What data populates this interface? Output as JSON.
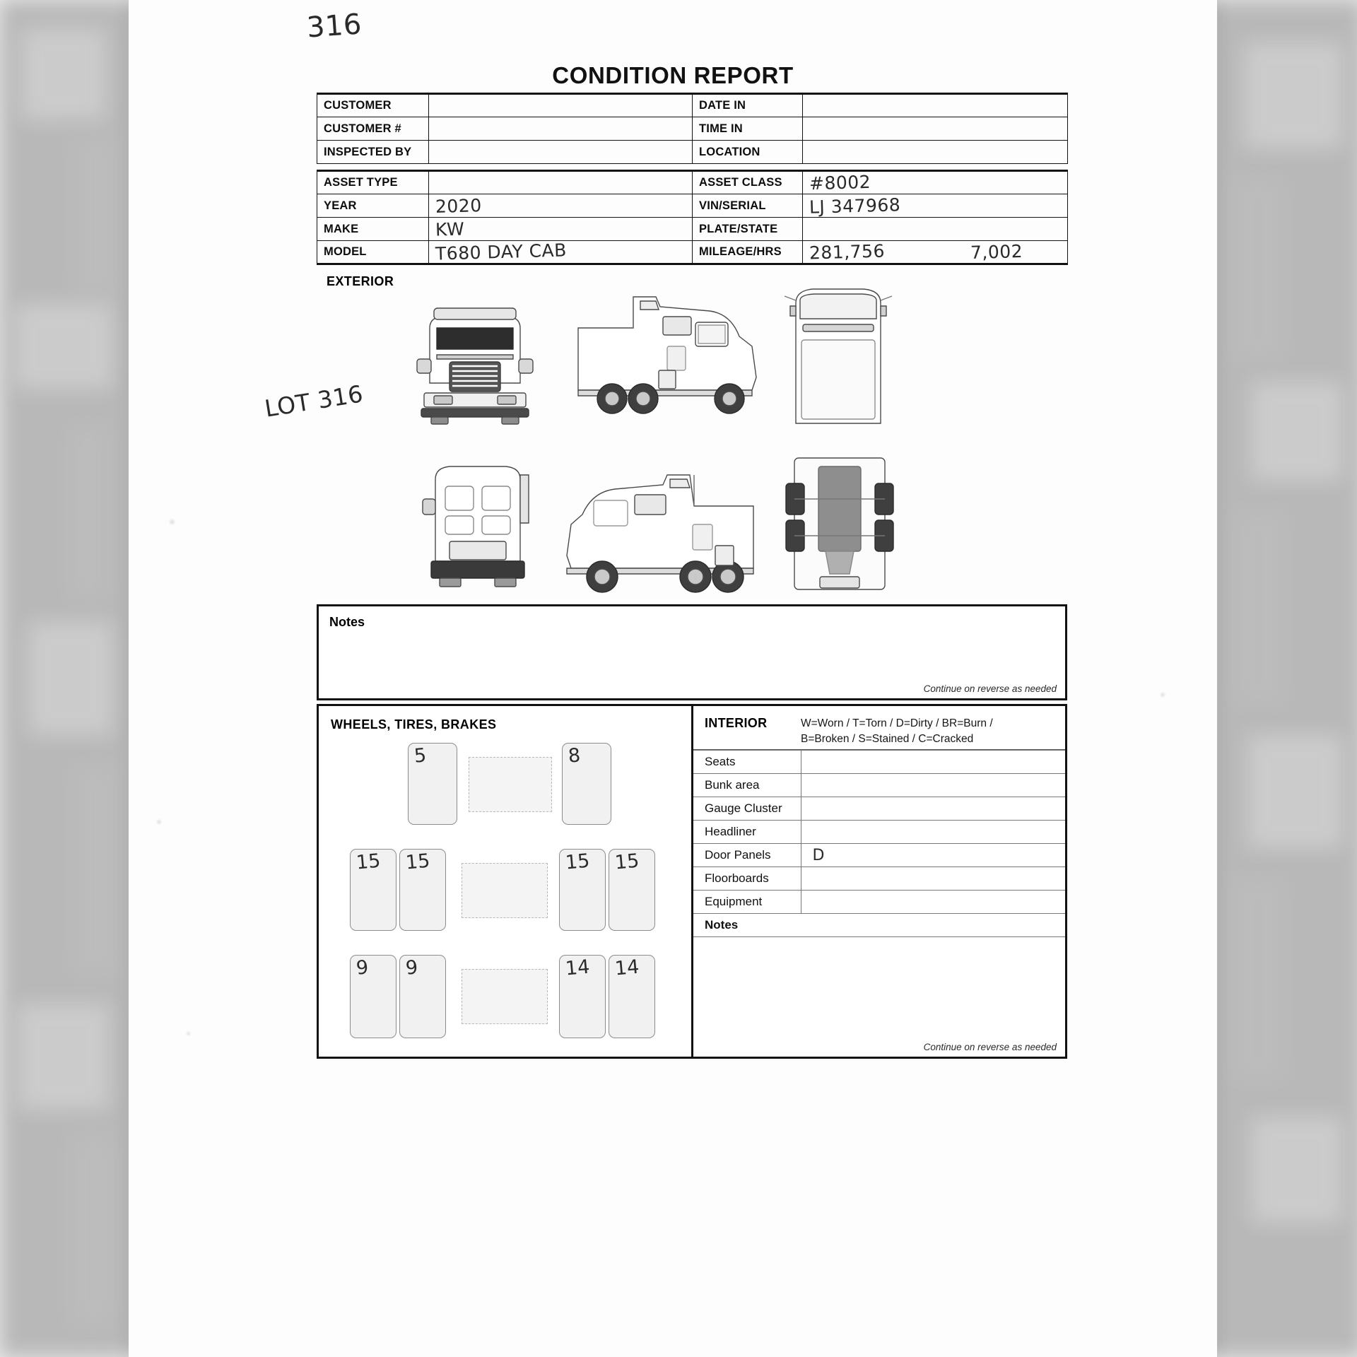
{
  "document": {
    "title": "CONDITION REPORT",
    "lot_number_top": "316",
    "lot_label_side": "LOT 316"
  },
  "contact_table": {
    "rows": [
      {
        "label_left": "CUSTOMER",
        "value_left": "",
        "label_right": "DATE IN",
        "value_right": ""
      },
      {
        "label_left": "CUSTOMER #",
        "value_left": "",
        "label_right": "TIME IN",
        "value_right": ""
      },
      {
        "label_left": "INSPECTED BY",
        "value_left": "",
        "label_right": "LOCATION",
        "value_right": ""
      }
    ]
  },
  "asset_table": {
    "rows": [
      {
        "label_left": "ASSET TYPE",
        "value_left": "",
        "label_right": "ASSET CLASS",
        "value_right": "#8002"
      },
      {
        "label_left": "YEAR",
        "value_left": "2020",
        "label_right": "VIN/SERIAL",
        "value_right": "LJ 347968"
      },
      {
        "label_left": "MAKE",
        "value_left": "KW",
        "label_right": "PLATE/STATE",
        "value_right": ""
      },
      {
        "label_left": "MODEL",
        "value_left": "T680  DAY CAB",
        "label_right": "MILEAGE/HRS",
        "value_right": "281,756",
        "value_right_2": "7,002"
      }
    ]
  },
  "exterior": {
    "heading": "EXTERIOR",
    "views": [
      "front-view",
      "side-view-left",
      "top-view-front",
      "rear-view",
      "side-view-right",
      "top-view-rear"
    ]
  },
  "notes_section": {
    "label": "Notes",
    "value": "",
    "continue_text": "Continue on reverse as needed"
  },
  "wheels_section": {
    "heading": "WHEELS, TIRES, BRAKES",
    "axles": [
      {
        "name": "steer-axle",
        "left_tires": [
          "5"
        ],
        "right_tires": [
          "8"
        ]
      },
      {
        "name": "drive-axle-forward",
        "left_tires": [
          "15",
          "15"
        ],
        "right_tires": [
          "15",
          "15"
        ]
      },
      {
        "name": "drive-axle-rear",
        "left_tires": [
          "9",
          "9"
        ],
        "right_tires": [
          "14",
          "14"
        ]
      }
    ]
  },
  "interior_section": {
    "heading": "INTERIOR",
    "legend_line_1": "W=Worn / T=Torn / D=Dirty / BR=Burn /",
    "legend_line_2": "B=Broken / S=Stained / C=Cracked",
    "rows": [
      {
        "label": "Seats",
        "value": ""
      },
      {
        "label": "Bunk area",
        "value": ""
      },
      {
        "label": "Gauge Cluster",
        "value": ""
      },
      {
        "label": "Headliner",
        "value": ""
      },
      {
        "label": "Door Panels",
        "value": "D"
      },
      {
        "label": "Floorboards",
        "value": ""
      },
      {
        "label": "Equipment",
        "value": ""
      }
    ],
    "notes_label": "Notes",
    "notes_value": "",
    "continue_text": "Continue on reverse as needed"
  },
  "colors": {
    "ink": "#111111",
    "handwriting": "#2a2a2a",
    "paper": "#fdfdfd",
    "scan_background": "#e9e9e9"
  }
}
